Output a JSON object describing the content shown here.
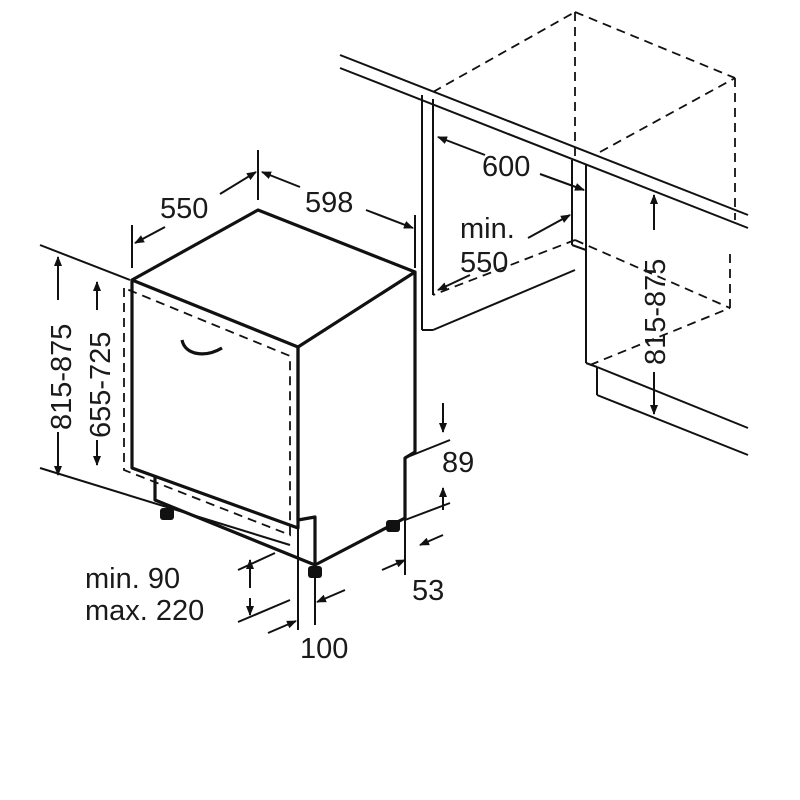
{
  "dimensions": {
    "depth": "550",
    "width": "598",
    "niche_width": "600",
    "niche_min_depth_1": "min.",
    "niche_min_depth_2": "550",
    "height_total": "815-875",
    "height_door": "655-725",
    "niche_height": "815-875",
    "plinth_top": "89",
    "plinth_bottom": "53",
    "plinth_height_1": "min. 90",
    "plinth_height_2": "max. 220",
    "plinth_depth": "100"
  }
}
